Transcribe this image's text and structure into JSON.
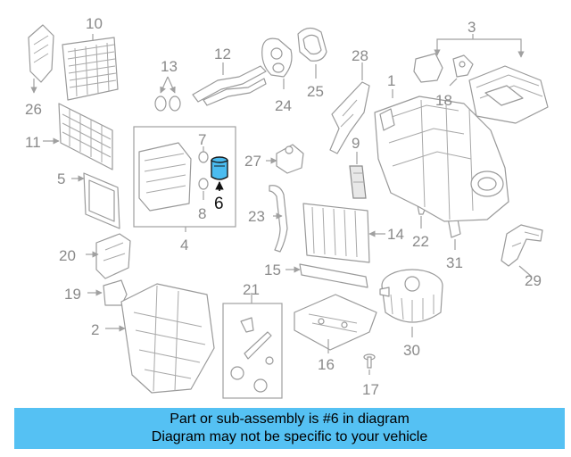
{
  "diagram": {
    "highlight_color": "#4bbcf0",
    "callouts": [
      "1",
      "2",
      "3",
      "4",
      "5",
      "6",
      "7",
      "8",
      "9",
      "10",
      "11",
      "12",
      "13",
      "14",
      "15",
      "16",
      "17",
      "18",
      "19",
      "20",
      "21",
      "22",
      "23",
      "24",
      "25",
      "26",
      "27",
      "28",
      "29",
      "30",
      "31"
    ],
    "highlighted_callout": "6"
  },
  "banner": {
    "line1": "Part or sub-assembly is #6 in diagram",
    "line2": "Diagram may not be specific to your vehicle",
    "background": "#55c1f3"
  }
}
